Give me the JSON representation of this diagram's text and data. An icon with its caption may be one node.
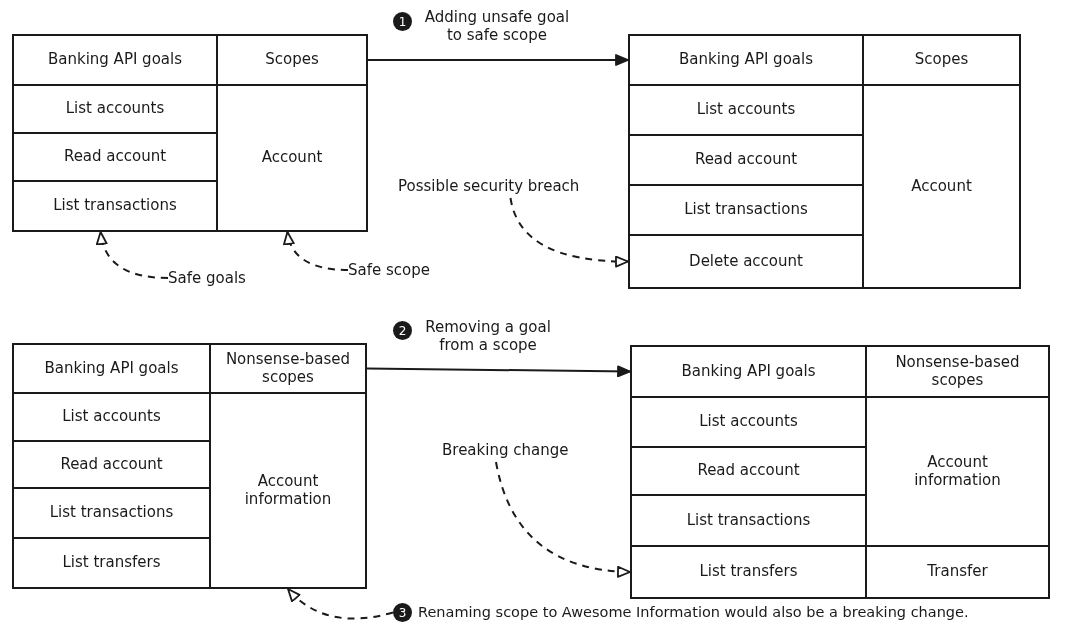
{
  "diagram": {
    "nodes": [
      {
        "text": [
          "Banking API goals"
        ]
      },
      {
        "text": [
          "Scopes"
        ]
      },
      {
        "text": [
          "List accounts"
        ]
      },
      {
        "text": [
          "Read account"
        ]
      },
      {
        "text": [
          "List transactions"
        ]
      },
      {
        "text": [
          "Account"
        ]
      },
      {
        "text": [
          "Banking API goals"
        ]
      },
      {
        "text": [
          "Scopes"
        ]
      },
      {
        "text": [
          "List accounts"
        ]
      },
      {
        "text": [
          "Read account"
        ]
      },
      {
        "text": [
          "List transactions"
        ]
      },
      {
        "text": [
          "Delete account"
        ]
      },
      {
        "text": [
          "Account"
        ]
      },
      {
        "text": [
          "Banking API goals"
        ]
      },
      {
        "text": [
          "Nonsense-based scopes"
        ]
      },
      {
        "text": [
          "List accounts"
        ]
      },
      {
        "text": [
          "Read account"
        ]
      },
      {
        "text": [
          "List transactions"
        ]
      },
      {
        "text": [
          "List transfers"
        ]
      },
      {
        "text": [
          "Account information"
        ]
      },
      {
        "text": [
          "Banking API goals"
        ]
      },
      {
        "text": [
          "Nonsense-based scopes"
        ]
      },
      {
        "text": [
          "List accounts"
        ]
      },
      {
        "text": [
          "Read account"
        ]
      },
      {
        "text": [
          "List transactions"
        ]
      },
      {
        "text": [
          "List transfers"
        ]
      },
      {
        "text": [
          "Account information"
        ]
      },
      {
        "text": [
          "Transfer"
        ]
      },
      {
        "text": [
          "Possible security breach"
        ]
      },
      {
        "text": [
          "Safe goals"
        ]
      },
      {
        "text": [
          "Safe scope"
        ]
      },
      {
        "text": [
          "Breaking change"
        ]
      },
      {
        "text": [
          "1"
        ]
      },
      {
        "text": [
          "2"
        ]
      },
      {
        "text": [
          "3"
        ]
      }
    ],
    "edges": [
      {
        "from": 1,
        "to": 6,
        "arrow": "to",
        "label": "Adding unsafe goal to safe scope"
      },
      {
        "from": 14,
        "to": 20,
        "arrow": "to",
        "label": "Removing a goal from a scope"
      },
      {
        "from": 28,
        "to": 11,
        "arrow": "to",
        "style": "dashed"
      },
      {
        "from": 29,
        "to": 4,
        "arrow": "to",
        "style": "dashed"
      },
      {
        "from": 30,
        "to": 5,
        "arrow": "to",
        "style": "dashed"
      },
      {
        "from": 31,
        "to": 25,
        "arrow": "to",
        "style": "dashed"
      },
      {
        "from": 34,
        "to": 19,
        "arrow": "to",
        "style": "dashed"
      }
    ],
    "labels": [
      "Renaming scope to Awesome Information would also be a breaking change."
    ]
  }
}
